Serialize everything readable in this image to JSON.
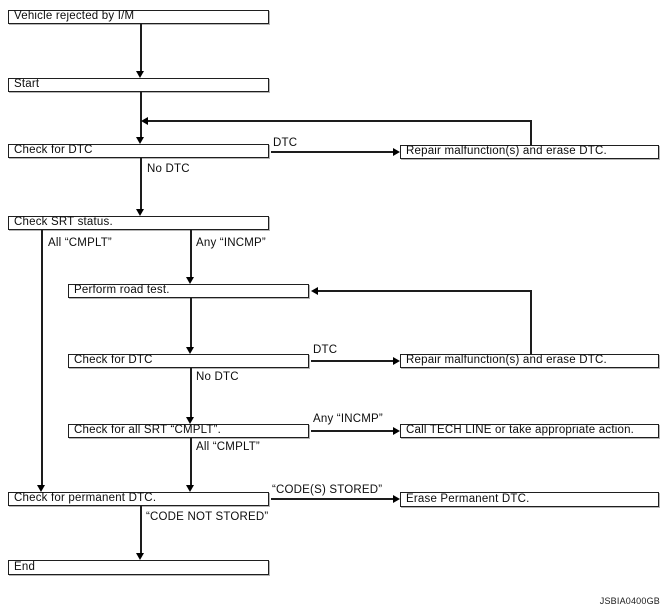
{
  "diagram": {
    "type": "flowchart",
    "caption": "JSBIA0400GB",
    "nodes": {
      "vehicle_rejected": {
        "label": "Vehicle rejected by I/M"
      },
      "start": {
        "label": "Start"
      },
      "check_dtc_1": {
        "label": "Check for DTC"
      },
      "check_srt": {
        "label": "Check SRT status."
      },
      "perform_road_test": {
        "label": "Perform road test."
      },
      "check_dtc_2": {
        "label": "Check for DTC"
      },
      "check_all_srt": {
        "label": "Check for all SRT “CMPLT”."
      },
      "check_permanent": {
        "label": "Check for permanent DTC."
      },
      "end": {
        "label": "End"
      },
      "repair_1": {
        "label": "Repair malfunction(s) and erase DTC."
      },
      "repair_2": {
        "label": "Repair malfunction(s) and erase DTC."
      },
      "call_tech_line": {
        "label": "Call TECH LINE or take appropriate action."
      },
      "erase_permanent": {
        "label": "Erase Permanent DTC."
      }
    },
    "edge_labels": {
      "dtc_1": "DTC",
      "no_dtc_1": "No DTC",
      "all_cmplt_1": "All “CMPLT”",
      "any_incmp_1": "Any “INCMP”",
      "dtc_2": "DTC",
      "no_dtc_2": "No DTC",
      "any_incmp_2": "Any “INCMP”",
      "all_cmplt_2": "All “CMPLT”",
      "codes_stored": "“CODE(S) STORED”",
      "code_not_stored": "“CODE NOT STORED”"
    }
  }
}
